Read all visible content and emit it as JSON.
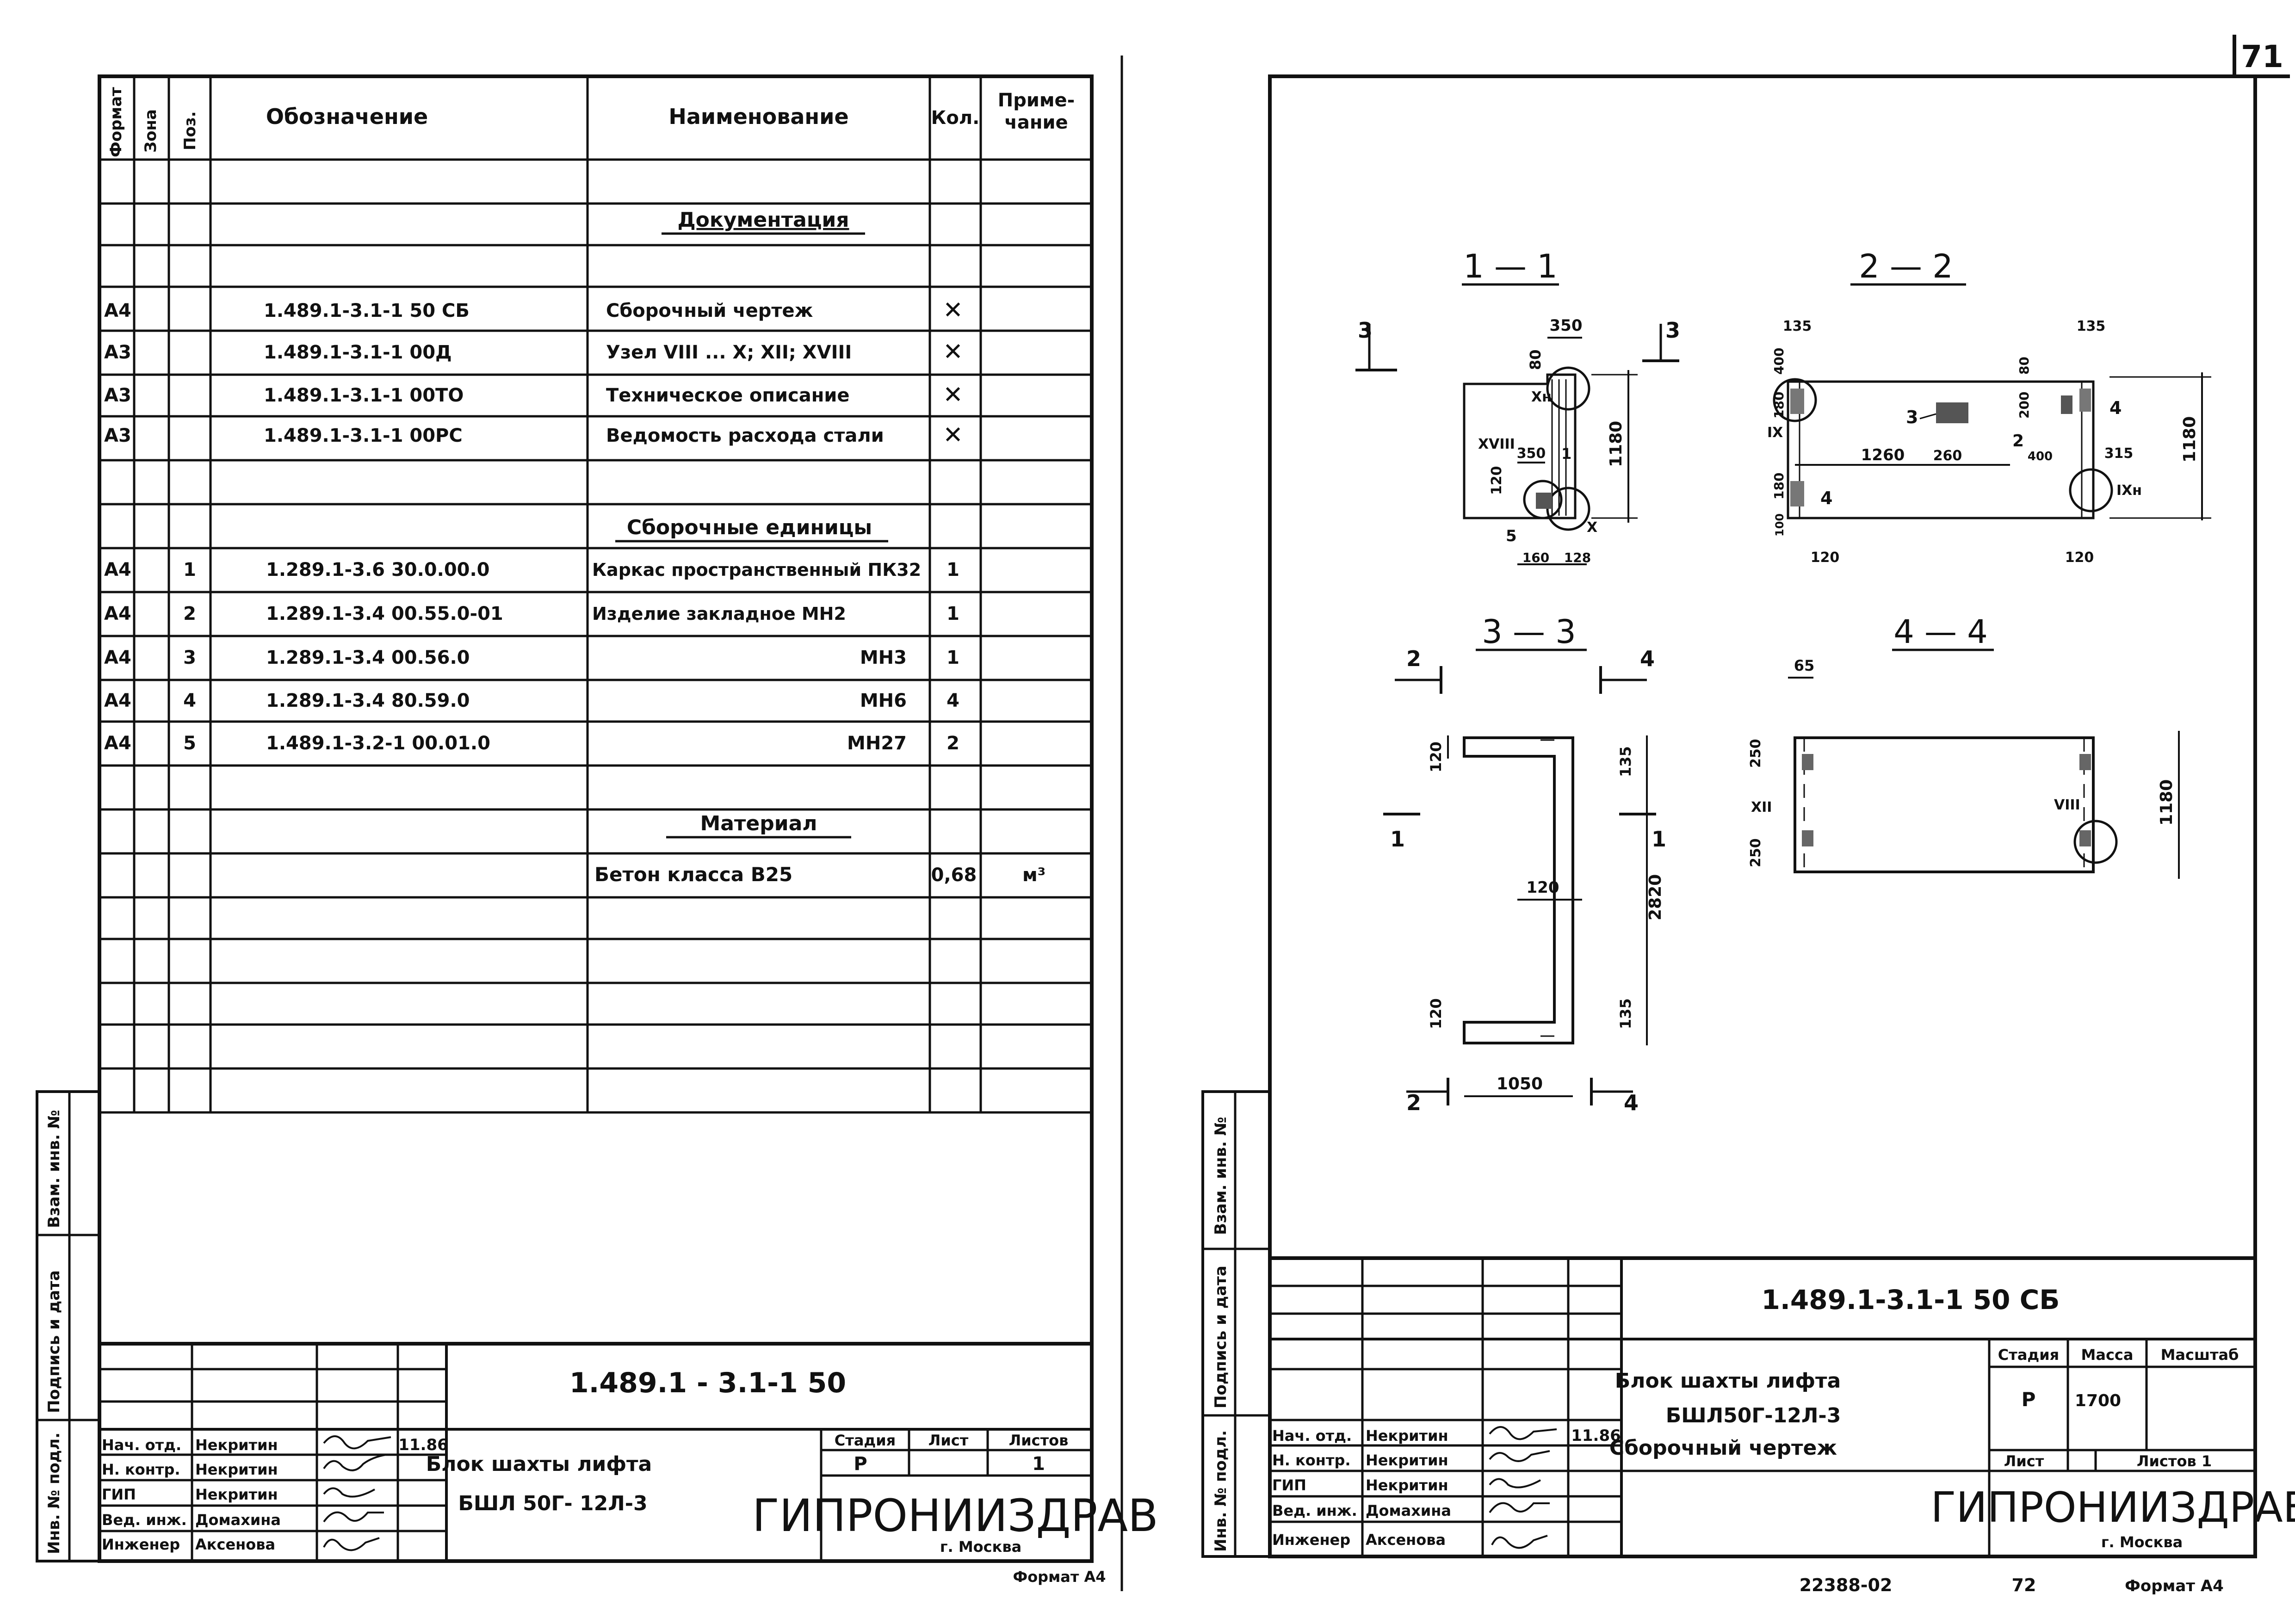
{
  "page_number": "71",
  "left_sheet": {
    "spec_headers": {
      "format": "Формат",
      "zone": "Зона",
      "pos": "Поз.",
      "designation": "Обозначение",
      "name": "Наименование",
      "qty": "Кол.",
      "note": "Приме-\nчание"
    },
    "sections": {
      "documentation": "Документация",
      "assembly_units": "Сборочные единицы",
      "material": "Материал"
    },
    "doc_rows": [
      {
        "format": "А4",
        "designation": "1.489.1-3.1-1 50 СБ",
        "name": "Сборочный чертеж",
        "qty": "✕"
      },
      {
        "format": "А3",
        "designation": "1.489.1-3.1-1 00Д",
        "name": "Узел VIII ... X; XII; XVIII",
        "qty": "✕"
      },
      {
        "format": "А3",
        "designation": "1.489.1-3.1-1 00ТО",
        "name": "Техническое описание",
        "qty": "✕"
      },
      {
        "format": "А3",
        "designation": "1.489.1-3.1-1 00РС",
        "name": "Ведомость расхода стали",
        "qty": "✕"
      }
    ],
    "unit_rows": [
      {
        "format": "А4",
        "pos": "1",
        "designation": "1.289.1-3.6 30.0.00.0",
        "name": "Каркас пространственный ПК32",
        "qty": "1"
      },
      {
        "format": "А4",
        "pos": "2",
        "designation": "1.289.1-3.4 00.55.0-01",
        "name": "Изделие закладное МН2",
        "qty": "1"
      },
      {
        "format": "А4",
        "pos": "3",
        "designation": "1.289.1-3.4 00.56.0",
        "name": "МН3",
        "qty": "1"
      },
      {
        "format": "А4",
        "pos": "4",
        "designation": "1.289.1-3.4 80.59.0",
        "name": "МН6",
        "qty": "4"
      },
      {
        "format": "А4",
        "pos": "5",
        "designation": "1.489.1-3.2-1 00.01.0",
        "name": "МН27",
        "qty": "2"
      }
    ],
    "material_row": {
      "name": "Бетон класса В25",
      "qty": "0,68",
      "note": "м³"
    },
    "side_stamp": [
      "Взам. инв. №",
      "Подпись и дата",
      "Инв. № подл."
    ],
    "title_block": {
      "code": "1.489.1 - 3.1-1 50",
      "title": [
        "Блок шахты лифта",
        "БШЛ 50Г- 12Л-3"
      ],
      "stage_label": "Стадия",
      "sheet_label": "Лист",
      "sheets_label": "Листов",
      "stage_value": "Р",
      "sheets_value": "1",
      "org": "ГИПРОНИИЗДРАВ",
      "city": "г. Москва",
      "date": "11.86",
      "people": [
        {
          "role": "Нач. отд.",
          "name": "Некритин"
        },
        {
          "role": "Н. контр.",
          "name": "Некритин"
        },
        {
          "role": "ГИП",
          "name": "Некритин"
        },
        {
          "role": "Вед. инж.",
          "name": "Домахина"
        },
        {
          "role": "Инженер",
          "name": "Аксенова"
        }
      ]
    },
    "format_note": "Формат А4"
  },
  "right_sheet": {
    "sections": {
      "s11": "1 — 1",
      "s22": "2 — 2",
      "s33": "3 — 3",
      "s44": "4 — 4"
    },
    "dims": {
      "d350": "350",
      "d80": "80",
      "d1180": "1180",
      "d120": "120",
      "d160": "160",
      "d128": "128",
      "d135": "135",
      "d400": "400",
      "d180": "180",
      "d200": "200",
      "d1260": "1260",
      "d260": "260",
      "d315": "315",
      "d2820": "2820",
      "d1050": "1050",
      "d65": "65",
      "d250": "250",
      "d100": "100"
    },
    "nodes": {
      "X": "X",
      "XH": "Xн",
      "XVIII": "XVIII",
      "IX": "IX",
      "IXH": "IXн",
      "XII": "XII",
      "VIII": "VIII"
    },
    "marks": {
      "p1": "1",
      "p2": "2",
      "p3": "3",
      "p4": "4",
      "p5": "5"
    },
    "side_stamp": [
      "Взам. инв. №",
      "Подпись и дата",
      "Инв. № подл."
    ],
    "title_block": {
      "code": "1.489.1-3.1-1 50 СБ",
      "title": [
        "Блок шахты лифта",
        "БШЛ50Г-12Л-3",
        "Сборочный чертеж"
      ],
      "stage_label": "Стадия",
      "mass_label": "Масса",
      "scale_label": "Масштаб",
      "stage_value": "Р",
      "mass_value": "1700",
      "sheet_label": "Лист",
      "sheets_label": "Листов 1",
      "org": "ГИПРОНИИЗДРАВ",
      "city": "г. Москва",
      "date": "11.86",
      "people": [
        {
          "role": "Нач. отд.",
          "name": "Некритин"
        },
        {
          "role": "Н. контр.",
          "name": "Некритин"
        },
        {
          "role": "ГИП",
          "name": "Некритин"
        },
        {
          "role": "Вед. инж.",
          "name": "Домахина"
        },
        {
          "role": "Инженер",
          "name": "Аксенова"
        }
      ]
    },
    "bottom_text": [
      "22388-02",
      "72",
      "Формат А4"
    ]
  }
}
